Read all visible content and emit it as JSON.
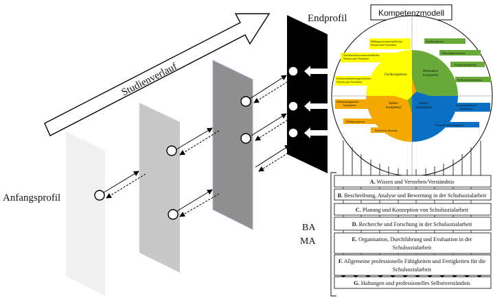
{
  "labels": {
    "studienverlauf": "Studienverlauf",
    "endprofil": "Endprofil",
    "anfangsprofil": "Anfangsprofil",
    "kompetenzmodell": "Kompetenzmodell",
    "ba": "BA",
    "ma": "MA"
  },
  "wheel": {
    "quadrants": {
      "fach": "Fachkompetenz",
      "methoden": "Methoden-\nkompetenz",
      "selbst": "Selbst-\nkompetenz",
      "sozial": "Sozial-\nkompetenz"
    },
    "fach_items": [
      "Bildungswissenschaftliches\nWissen und Verstehen",
      "Sozialarbeitswissenschaftliches\nWissen und Verstehen",
      "Schulsozialarbeitsspezifisches\nWissen und Verstehen"
    ],
    "methoden_items": [
      "Fachkompetenz",
      "Planungskompetenz",
      "Analysekompetenz",
      "Reflexionskompetenz"
    ],
    "selbst_items": [
      "Selbstmanagement-\nkompetenz",
      "Ethikkompetenz",
      "Berufliche Identität"
    ],
    "sozial_items": [
      "Kommunikations-\nkompetenz",
      "Kooperationskompetenz"
    ]
  },
  "list": [
    {
      "letter": "A.",
      "text": "Wissen und Verstehen/Verständnis"
    },
    {
      "letter": "B.",
      "text": "Beschreibung, Analyse und Bewertung in der Schulsozialarbeit"
    },
    {
      "letter": "C.",
      "text": "Planung und Konzeption von Schulsozialarbeit"
    },
    {
      "letter": "D.",
      "text": "Recherche und Forschung in der Schulsozialarbeit"
    },
    {
      "letter": "E.",
      "text": "Organisation, Durchführung und Evaluation in der",
      "text2": "Schulsozialarbeit"
    },
    {
      "letter": "F.",
      "text": "Allgemeine professionelle Fähigkeiten und Fertigkeiten für die",
      "text2": "Schulsozialarbeit"
    },
    {
      "letter": "G.",
      "text": "Haltungen und professionelles Selbstverständnis"
    }
  ],
  "colors": {
    "fach": "#ffff00",
    "methoden": "#6aaa3a",
    "selbst": "#f5a800",
    "sozial": "#0a6fc2",
    "panel1": "#f0f0f0",
    "panel2": "#c8c8c8",
    "panel3": "#8f8f8f",
    "panel4": "#000000"
  }
}
